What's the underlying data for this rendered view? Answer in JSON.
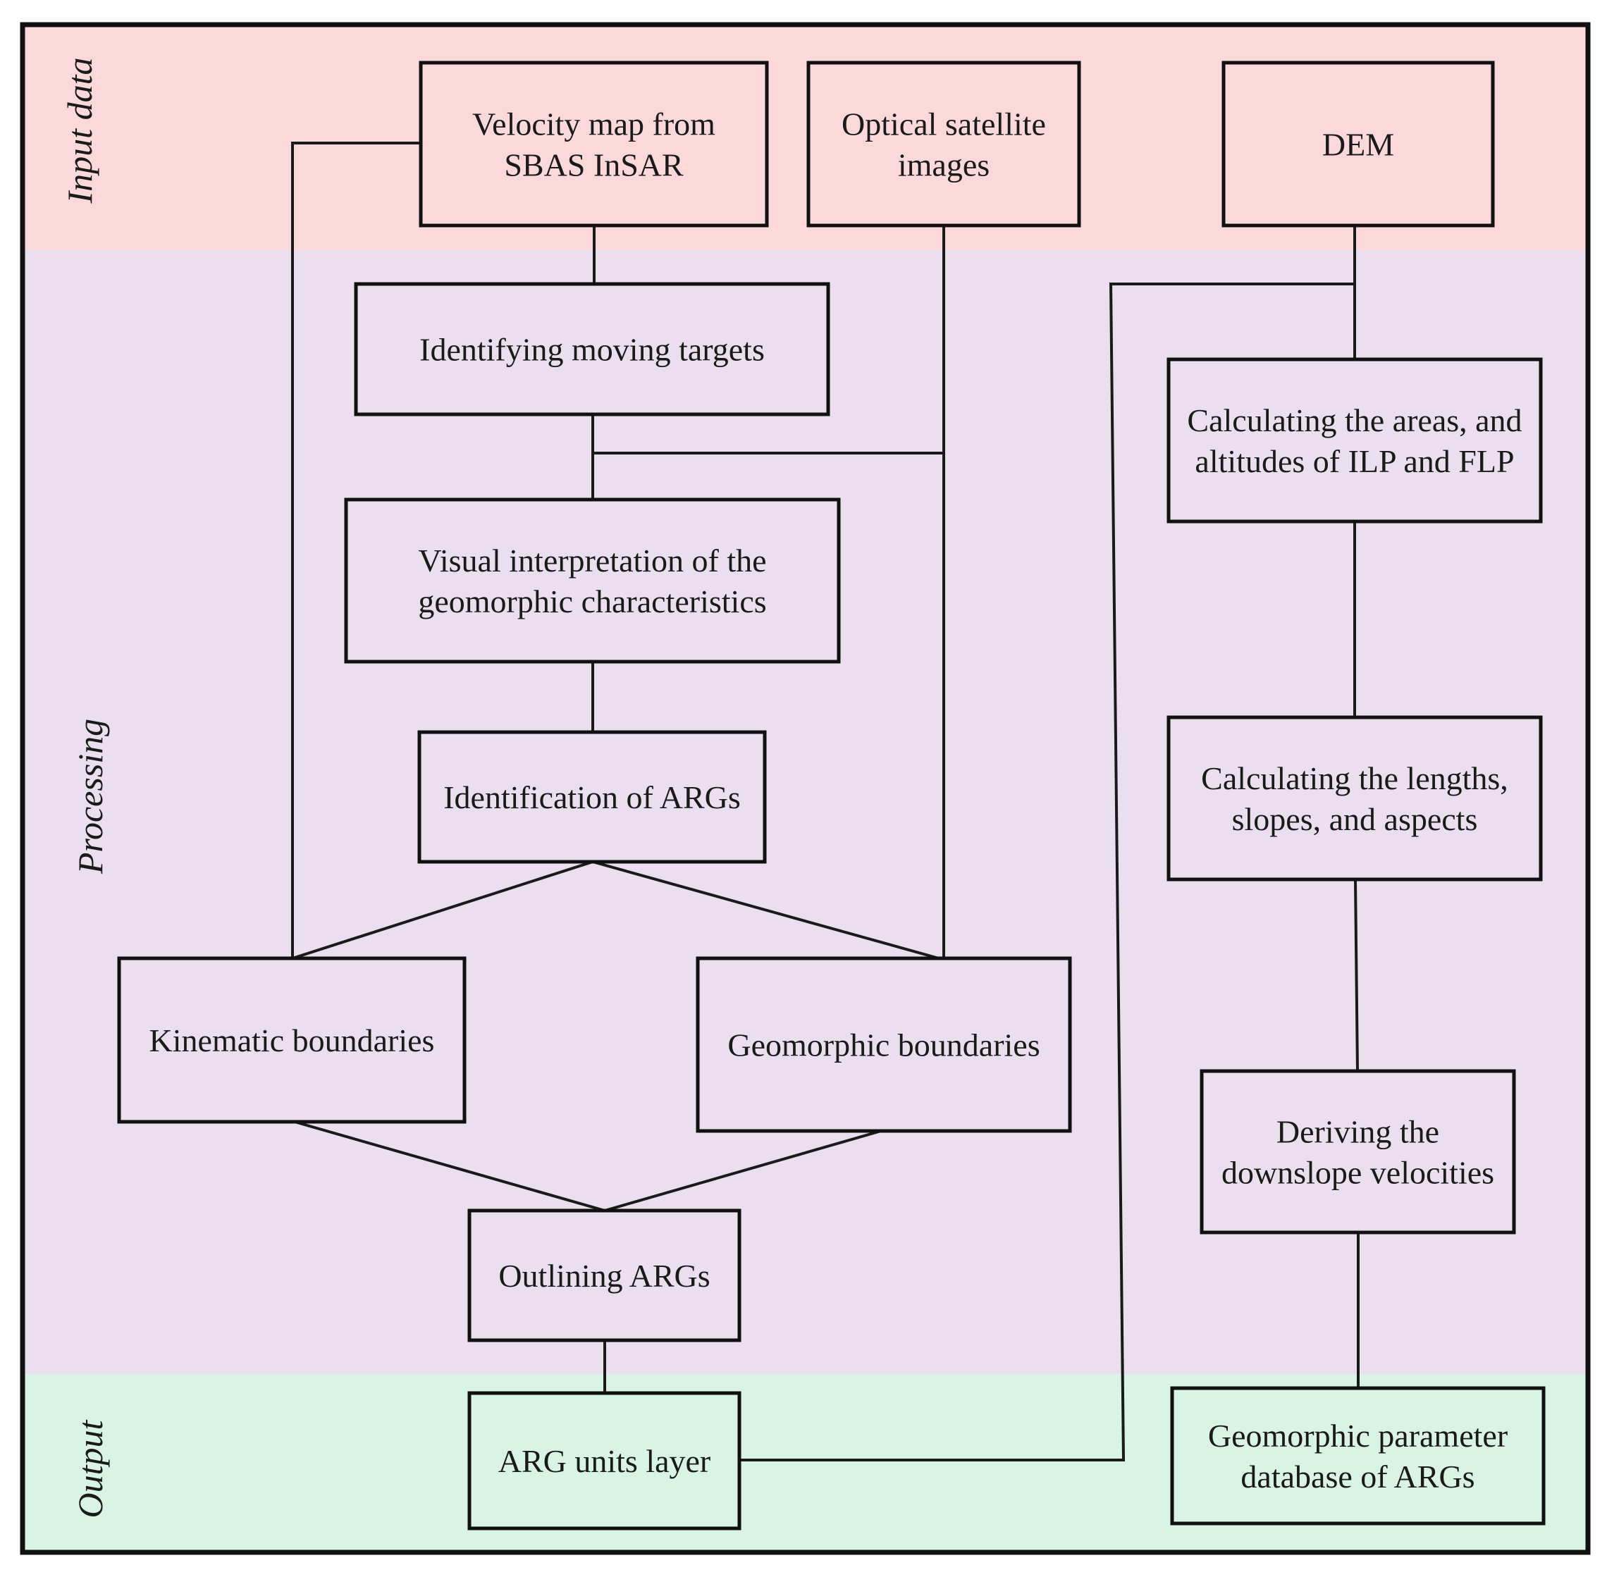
{
  "colors": {
    "input_band": "#fbd9da",
    "processing_band": "#ebdfef",
    "output_band": "#d9f3e4",
    "border": "#111111",
    "line": "#1a1a1a"
  },
  "bands": {
    "input": "Input data",
    "processing": "Processing",
    "output": "Output"
  },
  "nodes": {
    "velocity_map": [
      "Velocity map from",
      "SBAS InSAR"
    ],
    "optical_images": [
      "Optical satellite",
      "images"
    ],
    "dem": [
      "DEM"
    ],
    "moving_targets": [
      "Identifying moving targets"
    ],
    "visual_interp": [
      "Visual interpretation of the",
      "geomorphic characteristics"
    ],
    "identification_args": [
      "Identification of ARGs"
    ],
    "kinematic_boundaries": [
      "Kinematic boundaries"
    ],
    "geomorphic_boundaries": [
      "Geomorphic boundaries"
    ],
    "outlining_args": [
      "Outlining ARGs"
    ],
    "arg_units_layer": [
      "ARG units layer"
    ],
    "calc_areas": [
      "Calculating the areas, and",
      "altitudes of ILP and FLP"
    ],
    "calc_lengths": [
      "Calculating the lengths,",
      "slopes, and aspects"
    ],
    "deriving_velocities": [
      "Deriving the",
      "downslope velocities"
    ],
    "param_database": [
      "Geomorphic parameter",
      "database of ARGs"
    ]
  }
}
